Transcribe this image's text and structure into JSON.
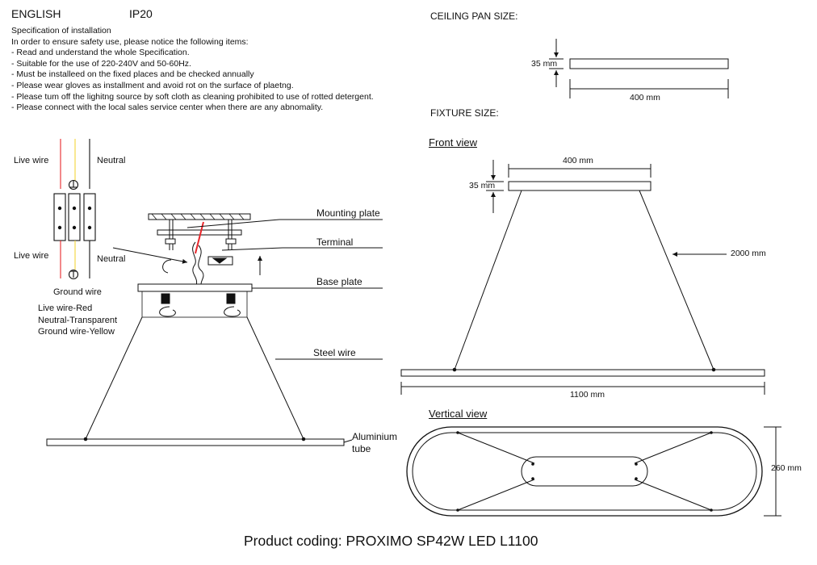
{
  "header": {
    "language": "ENGLISH",
    "ip_rating": "IP20"
  },
  "spec": {
    "title": "Specification of installation",
    "intro": "In order to ensure safety use, please notice the following items:",
    "items": [
      "- Read and understand the whole Specification.",
      "- Suitable for the use of 220-240V and 50-60Hz.",
      "- Must be installeed on the fixed places and be checked annually",
      "- Please wear gloves as installment and avoid rot on the surface of plaetng.",
      "- Please tum off the lighitng source by soft cloth as cleaning prohibited to use of rotted detergent.",
      "- Please connect with the local sales service center when there are any abnomality."
    ]
  },
  "wiring": {
    "live_top": "Live wire",
    "neutral_top": "Neutral",
    "live_bottom": "Live wire",
    "neutral_bottom": "Neutral",
    "ground": "Ground wire",
    "legend": [
      "Live wire-Red",
      "Neutral-Transparent",
      "Ground wire-Yellow"
    ]
  },
  "callouts": {
    "mounting_plate": "Mounting plate",
    "terminal": "Terminal",
    "base_plate": "Base plate",
    "steel_wire": "Steel wire",
    "aluminium_tube_1": "Aluminium",
    "aluminium_tube_2": "tube"
  },
  "ceiling_pan": {
    "title": "CEILING PAN  SIZE:",
    "height": "35 mm",
    "width": "400 mm"
  },
  "fixture": {
    "title": "FIXTURE SIZE:",
    "front_view": "Front view",
    "front_width": "400 mm",
    "front_height": "35 mm",
    "wire_length": "2000 mm",
    "tube_length": "1100 mm",
    "vertical_view": "Vertical view",
    "depth": "260 mm"
  },
  "footer": {
    "coding": "Product coding: PROXIMO SP42W LED L1100"
  },
  "colors": {
    "live": "#e8262b",
    "ground": "#f4d43a",
    "line": "#111111"
  }
}
